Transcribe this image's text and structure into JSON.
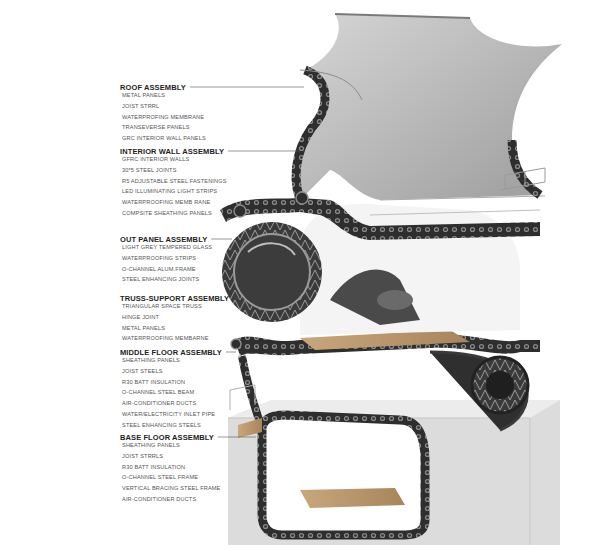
{
  "diagram": {
    "labels": [
      "ROOF ASSEMBLY",
      "METAL PANELS",
      "JOIST STRRL",
      "WATERPROFING MEMBRANE",
      "TRANSEVERSE PANELS",
      "GRC INTERIOR WALL PANELS",
      "INTERIOR WALL ASSEMBLY",
      "GFRC INTERIOR WALLS",
      "30*5 STEEL JOINTS",
      "R5 ADJUSTABLE STEEL FASTENINGS",
      "LED ILLUMINATING LIGHT STRIPS",
      "WATERPROOFING MEMB RANE",
      "COMPSITE SHEATHING PANELS",
      "OUT PANEL ASSEMBLY",
      "LIGHT GREY TEMPERED GLASS",
      "WATERPROOFING STRIPS",
      "O-CHANNEL ALUM.FRAME",
      "STEEL ENHANCING JOINTS",
      "TRUSS-SUPPORT ASSEMBLY",
      "TRIANGULAR SPACE TRUSS",
      "HINGE JOINT",
      "METAL PANELS",
      "WATERPROOFING MEMBARNE",
      "MIDDLE FLOOR ASSEMBLY",
      "SHEATHING PANELS",
      "JOIST STEELS",
      "R30 BATT INSULATION",
      "O-CHANNEL STEEL BEAM",
      "AIR-CONDITIONER DUCTS",
      "WATER/ELECTRICITY INLET PIPE",
      "STEEL ENHANCING STEELS",
      "BASE FLOOR ASSEMBLY",
      "SHEATHING PANELS",
      "JOIST STRRLS",
      "R30 BATT INSULATION",
      "O-CHANNEL STEEL FRAME",
      "VERTICAL BRACING STEEL FRAME",
      "AIR-CONDITIONER DUCTS"
    ]
  }
}
